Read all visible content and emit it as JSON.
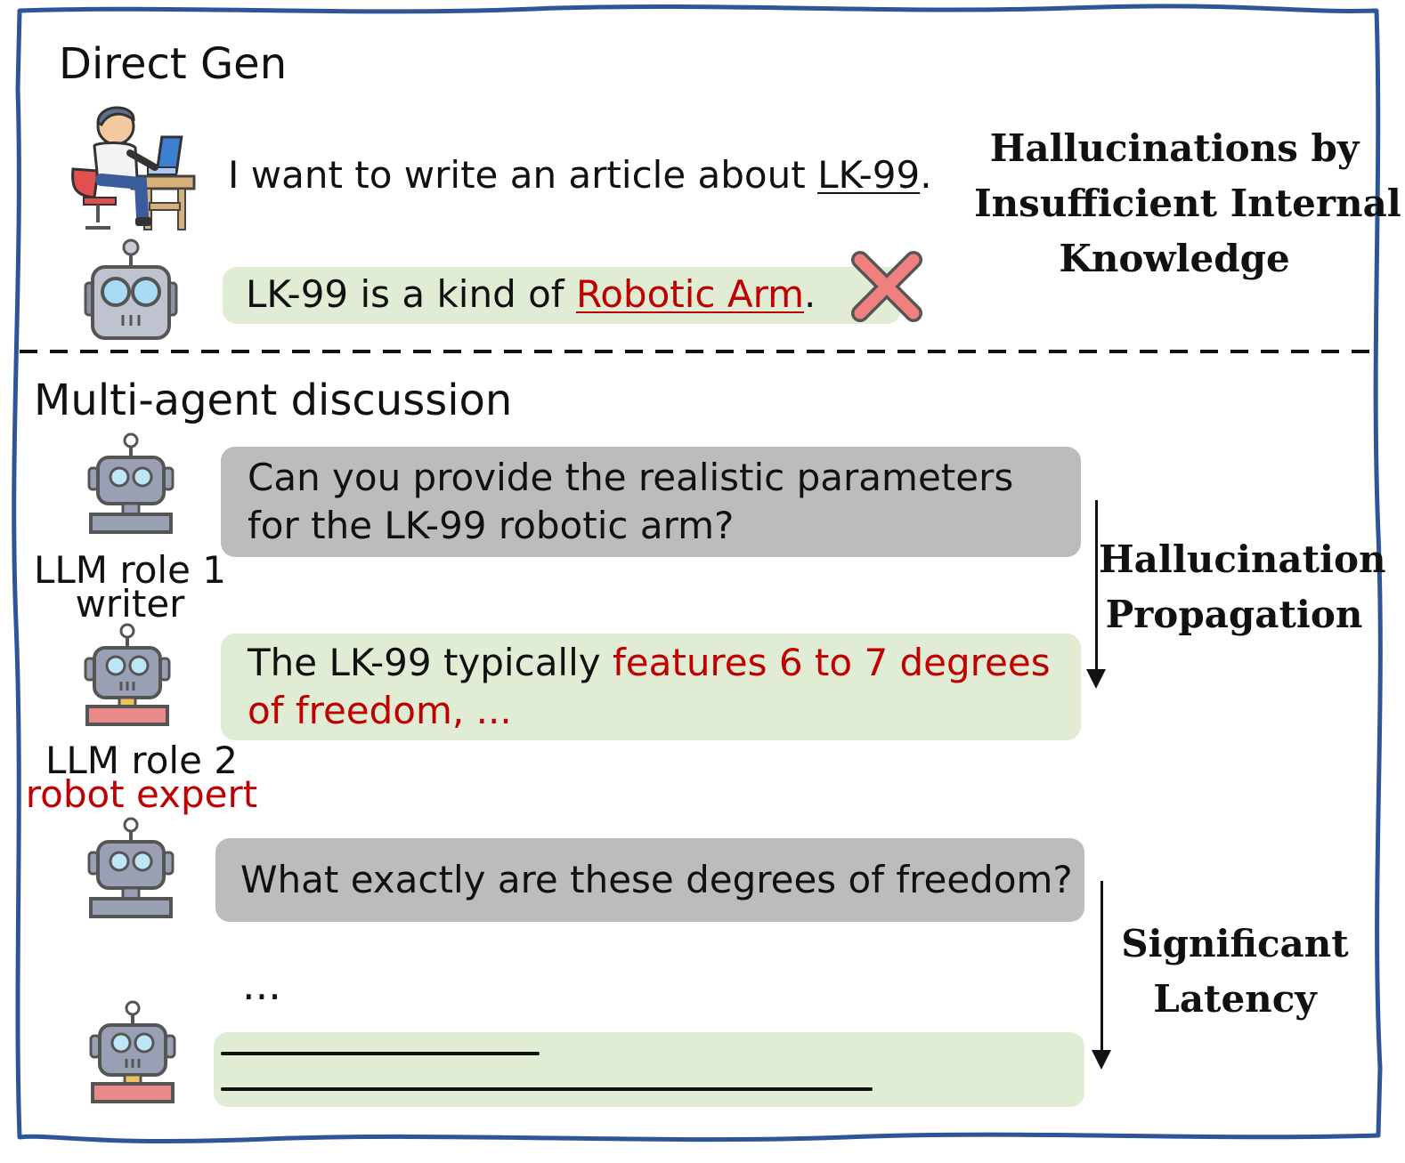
{
  "direct_gen": {
    "title": "Direct Gen",
    "user_prefix": "I want to write an article about ",
    "user_topic": "LK-99",
    "user_suffix": ".",
    "bot_prefix": "LK-99 is a kind of ",
    "bot_wrong": "Robotic Arm",
    "bot_suffix": ".",
    "note": "Hallucinations by\nInsufficient Internal\nKnowledge"
  },
  "multi_agent": {
    "title": "Multi-agent discussion",
    "role1_name": "LLM role 1",
    "role1_desc": "writer",
    "role2_name": "LLM role 2",
    "role2_desc": "robot expert",
    "q1_line1": "Can you provide the realistic parameters",
    "q1_line2": "for the LK-99 robotic arm?",
    "a1_prefix": "The LK-99 typically ",
    "a1_red1": "features 6 to 7 degrees",
    "a1_red2": "of freedom, ...",
    "q2": "What exactly are these degrees of freedom?",
    "ellipsis": "...",
    "note1": "Hallucination\nPropagation",
    "note2": "Significant\nLatency"
  },
  "colors": {
    "frame": "#2e5597",
    "hallucination_red": "#c00000",
    "green_bubble": "#e1ecd4",
    "gray_bubble": "#bdbbbb"
  },
  "icons": [
    "person-at-computer-icon",
    "robot-head-icon",
    "robot-writer-icon",
    "robot-expert-icon",
    "cross-mark-icon"
  ]
}
